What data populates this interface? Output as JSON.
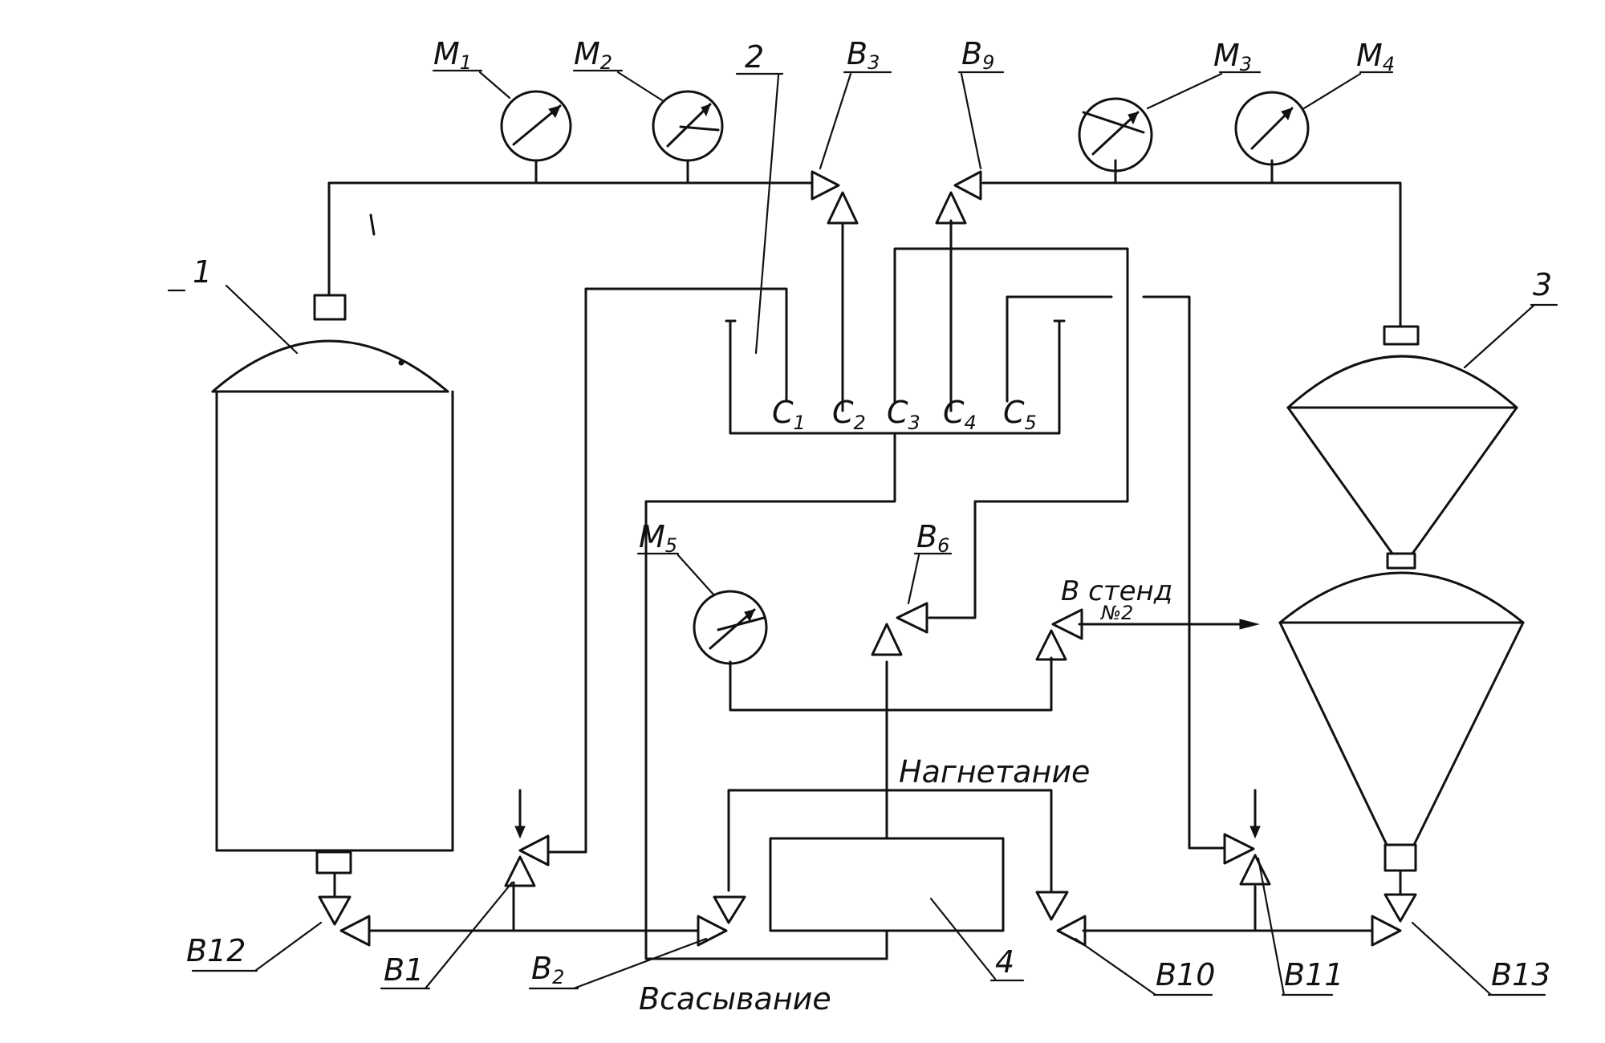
{
  "tanks": {
    "t1": "1",
    "t3": "3",
    "pump": "4",
    "bath": "2"
  },
  "gauges": {
    "m1": {
      "main": "M",
      "sub": "1"
    },
    "m2": {
      "main": "M",
      "sub": "2"
    },
    "m3": {
      "main": "M",
      "sub": "3"
    },
    "m4": {
      "main": "M",
      "sub": "4"
    },
    "m5": {
      "main": "M",
      "sub": "5"
    }
  },
  "valves": {
    "b1": "B1",
    "b2": {
      "main": "B",
      "sub": "2"
    },
    "b3": {
      "main": "B",
      "sub": "3"
    },
    "b6": {
      "main": "B",
      "sub": "6"
    },
    "b9": {
      "main": "B",
      "sub": "9"
    },
    "b10": "B10",
    "b11": "B11",
    "b12": "B12",
    "b13": "B13"
  },
  "bath_ports": [
    {
      "main": "C",
      "sub": "1"
    },
    {
      "main": "C",
      "sub": "2"
    },
    {
      "main": "C",
      "sub": "3"
    },
    {
      "main": "C",
      "sub": "4"
    },
    {
      "main": "C",
      "sub": "5"
    }
  ],
  "flow_labels": {
    "discharge": "Нагнетание",
    "suction": "Всасывание",
    "stand_line1": "В стенд",
    "stand_line2": "№2"
  },
  "colors": {
    "ink": "#111111",
    "paper": "#ffffff"
  }
}
